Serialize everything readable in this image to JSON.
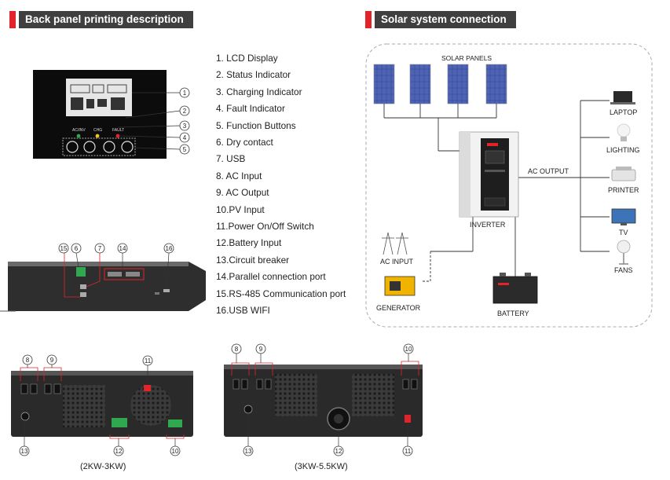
{
  "headers": {
    "left": "Back panel printing description",
    "right": "Solar system connection"
  },
  "legend": [
    "1.  LCD Display",
    "2.  Status Indicator",
    "3.  Charging Indicator",
    "4.  Fault Indicator",
    "5.  Function Buttons",
    "6.  Dry contact",
    "7.  USB",
    "8.  AC Input",
    "9.  AC Output",
    "10.PV Input",
    "11.Power On/Off Switch",
    "12.Battery Input",
    "13.Circuit breaker",
    "14.Parallel connection port",
    "15.RS-485 Communication port",
    "16.USB WIFI"
  ],
  "front_panel": {
    "indicators": [
      "AC/INV",
      "CHG",
      "FAULT"
    ],
    "callouts": [
      "1",
      "2",
      "3",
      "4",
      "5"
    ]
  },
  "side_panel": {
    "callouts": [
      "15",
      "6",
      "7",
      "14",
      "16"
    ]
  },
  "back_small": {
    "callouts": [
      "8",
      "9",
      "11",
      "13",
      "12",
      "10"
    ],
    "caption": "(2KW-3KW)"
  },
  "back_large": {
    "callouts": [
      "8",
      "9",
      "10",
      "13",
      "12",
      "11"
    ],
    "caption": "(3KW-5.5KW)"
  },
  "system": {
    "solar_panels": "SOLAR PANELS",
    "ac_output": "AC OUTPUT",
    "inverter": "INVERTER",
    "ac_input": "AC INPUT",
    "generator": "GENERATOR",
    "battery": "BATTERY",
    "loads": [
      "LAPTOP",
      "LIGHTING",
      "PRINTER",
      "TV",
      "FANS"
    ]
  },
  "colors": {
    "accent": "#e2242a",
    "header_bg": "#3f3f3f",
    "panel_blue": "#3a4f9c",
    "device_dark": "#2b2b2b",
    "terminal_green": "#2fa84f"
  }
}
